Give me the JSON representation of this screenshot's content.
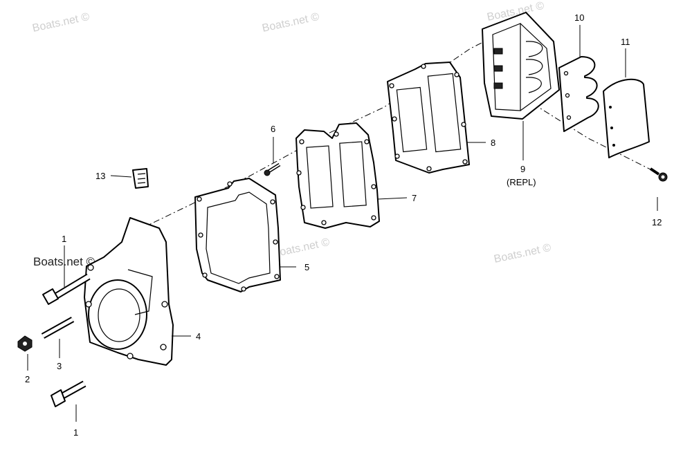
{
  "watermarks": [
    "Boats.net ©",
    "Boats.net ©",
    "Boats.net ©",
    "Boats.net ©",
    "Boats.net ©",
    "Boats.net ©"
  ],
  "callouts": {
    "c1a": "1",
    "c1b": "1",
    "c2": "2",
    "c3": "3",
    "c4": "4",
    "c5": "5",
    "c6": "6",
    "c7": "7",
    "c8": "8",
    "c9": "9",
    "c9note": "(REPL)",
    "c10": "10",
    "c11": "11",
    "c12": "12",
    "c13": "13"
  }
}
